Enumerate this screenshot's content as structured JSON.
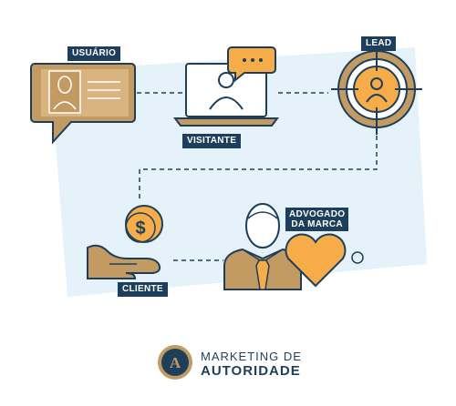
{
  "nodes": {
    "usuario": {
      "label": "USUÁRIO"
    },
    "visitante": {
      "label": "VISITANTE"
    },
    "lead": {
      "label": "LEAD"
    },
    "cliente": {
      "label": "CLIENTE"
    },
    "advogado": {
      "label_line1": "ADVOGADO",
      "label_line2": "DA MARCA"
    }
  },
  "brand": {
    "line1": "MARKETING DE",
    "line2": "AUTORIDADE",
    "seal_letter": "A"
  },
  "colors": {
    "navy": "#1d3f5c",
    "gold": "#c49a63",
    "orange": "#f6ad49",
    "background_panel": "#e6f2fa"
  }
}
